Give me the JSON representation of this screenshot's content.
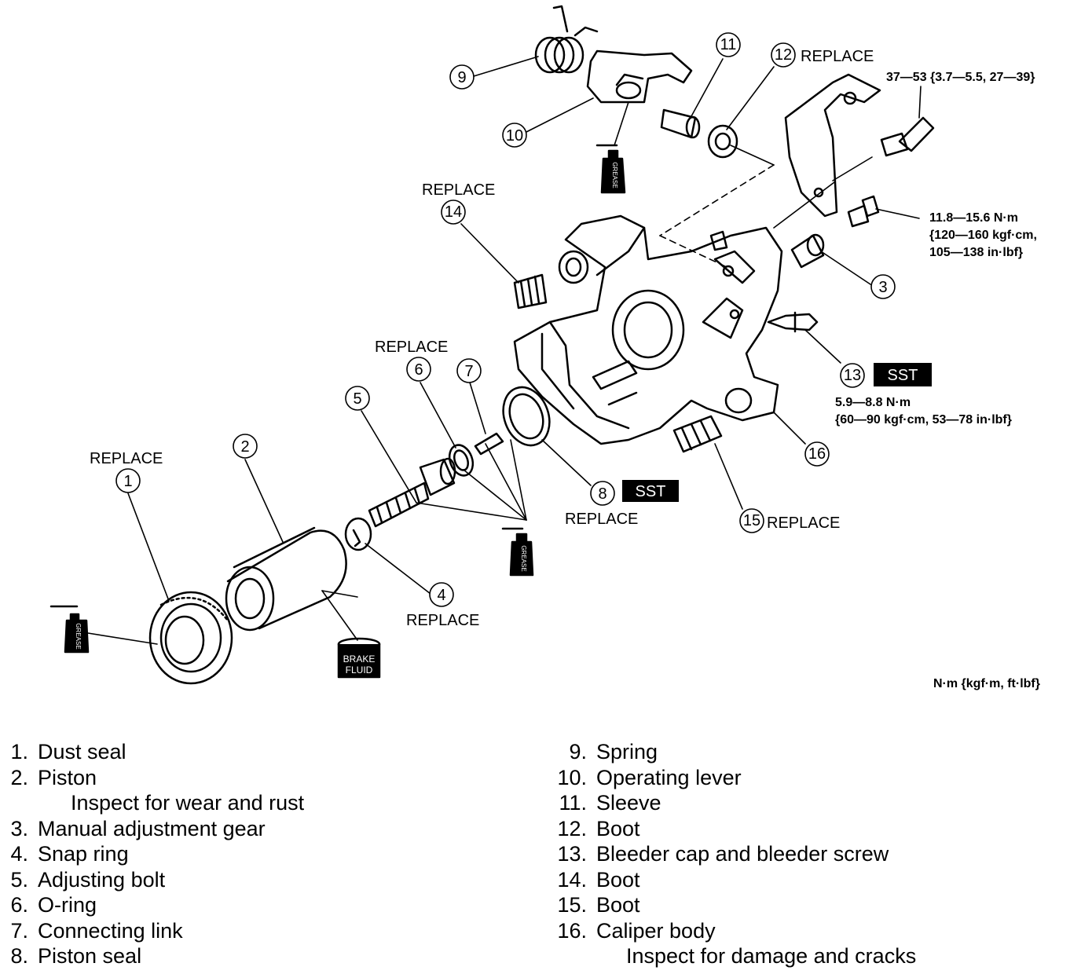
{
  "diagram": {
    "replace_label": "REPLACE",
    "sst_label": "SST",
    "grease_label": "GREASE",
    "brake_fluid_label_1": "BRAKE",
    "brake_fluid_label_2": "FLUID",
    "callouts": [
      "1",
      "2",
      "3",
      "4",
      "5",
      "6",
      "7",
      "8",
      "9",
      "10",
      "11",
      "12",
      "13",
      "14",
      "15",
      "16"
    ],
    "torque_bracket_bolt": "37—53 {3.7—5.5, 27—39}",
    "torque_guide_bolt_1": "11.8—15.6 N·m",
    "torque_guide_bolt_2": "{120—160 kgf·cm,",
    "torque_guide_bolt_3": "105—138 in·lbf}",
    "torque_bleeder_1": "5.9—8.8 N·m",
    "torque_bleeder_2": "{60—90 kgf·cm, 53—78 in·lbf}",
    "units_note": "N·m {kgf·m, ft·lbf}"
  },
  "legend": {
    "left": [
      {
        "num": "1.",
        "label": "Dust seal"
      },
      {
        "num": "2.",
        "label": "Piston",
        "note": "Inspect for wear and rust"
      },
      {
        "num": "3.",
        "label": "Manual adjustment gear"
      },
      {
        "num": "4.",
        "label": "Snap ring"
      },
      {
        "num": "5.",
        "label": "Adjusting bolt"
      },
      {
        "num": "6.",
        "label": "O-ring"
      },
      {
        "num": "7.",
        "label": "Connecting link"
      },
      {
        "num": "8.",
        "label": "Piston seal"
      }
    ],
    "right": [
      {
        "num": "9.",
        "label": "Spring"
      },
      {
        "num": "10.",
        "label": "Operating lever"
      },
      {
        "num": "11.",
        "label": "Sleeve"
      },
      {
        "num": "12.",
        "label": "Boot"
      },
      {
        "num": "13.",
        "label": "Bleeder cap and bleeder screw"
      },
      {
        "num": "14.",
        "label": "Boot"
      },
      {
        "num": "15.",
        "label": "Boot"
      },
      {
        "num": "16.",
        "label": "Caliper body",
        "note": "Inspect for damage and cracks"
      }
    ]
  }
}
